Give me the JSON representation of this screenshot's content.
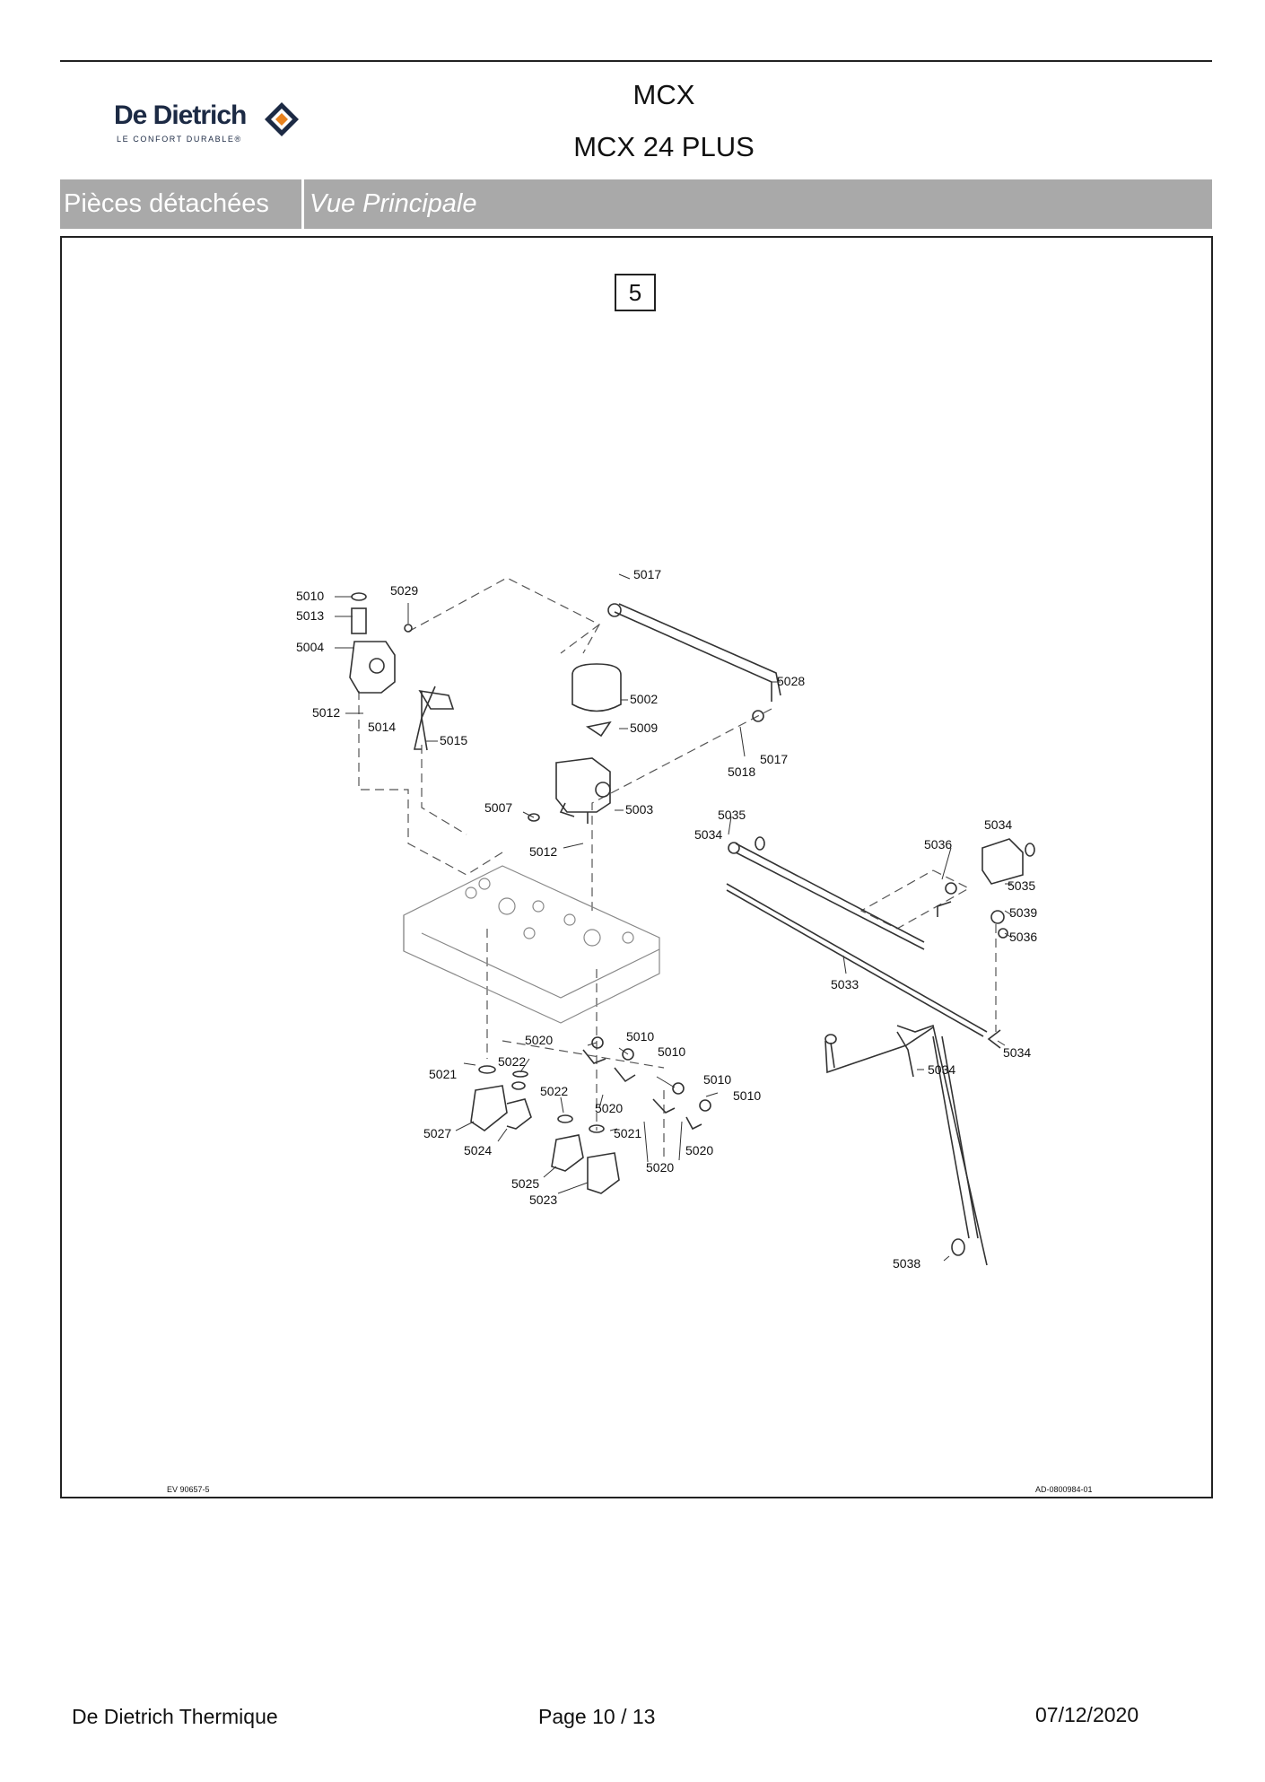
{
  "header": {
    "logo": {
      "brand": "De Dietrich",
      "tagline": "LE CONFORT DURABLE®"
    },
    "title": "MCX",
    "subtitle": "MCX 24 PLUS"
  },
  "section_bar": {
    "left_label": "Pièces détachées",
    "right_label": "Vue Principale"
  },
  "diagram": {
    "id": "5",
    "ref_left": "EV 90657-5",
    "ref_right": "AD-0800984-01",
    "callouts": [
      "5010",
      "5029",
      "5017",
      "5013",
      "5004",
      "5028",
      "5002",
      "5012",
      "5014",
      "5009",
      "5015",
      "5018",
      "5017",
      "5007",
      "5003",
      "5035",
      "5034",
      "5034",
      "5012",
      "5036",
      "5035",
      "5039",
      "5036",
      "5033",
      "5020",
      "5010",
      "5010",
      "5034",
      "5034",
      "5022",
      "5021",
      "5010",
      "5022",
      "5020",
      "5010",
      "5027",
      "5021",
      "5020",
      "5024",
      "5020",
      "5025",
      "5023",
      "5038"
    ]
  },
  "footer": {
    "company": "De Dietrich Thermique",
    "page": "Page 10  /  13",
    "date": "07/12/2020"
  },
  "colors": {
    "bar_gray": "#a9a9a9",
    "logo_navy": "#1c2a44",
    "logo_orange": "#e8821e"
  }
}
